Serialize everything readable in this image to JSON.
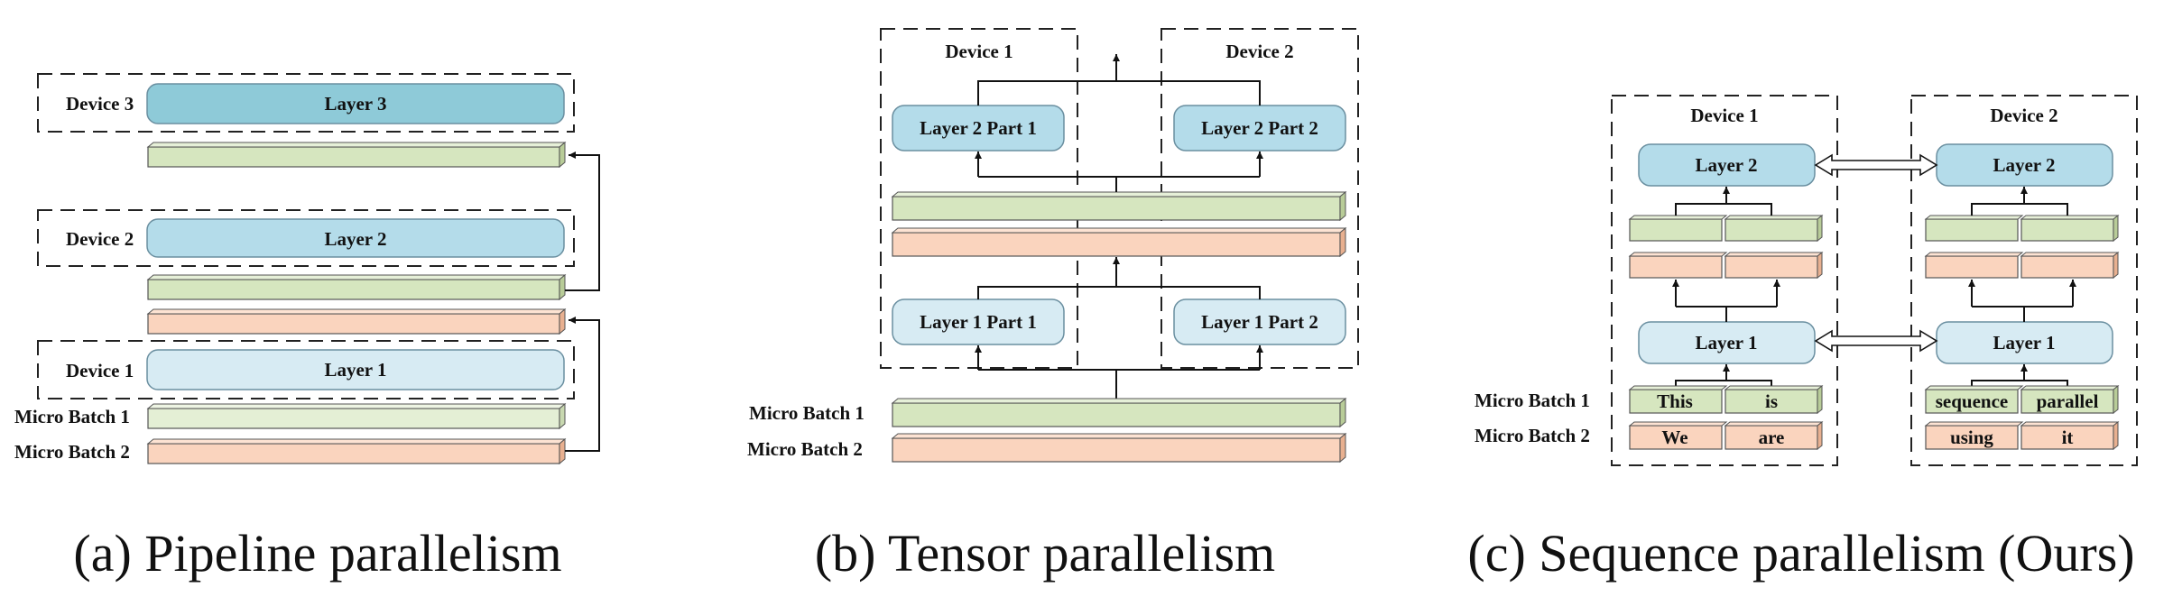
{
  "colors": {
    "layer_dark": "#8ecad8",
    "layer_mid": "#b4dcea",
    "layer_light": "#d7ebf3",
    "green": "#d6e6bf",
    "green_light": "#e4efd5",
    "orange": "#fad4be",
    "border": "#6a8fa0"
  },
  "pipeline": {
    "caption": "(a) Pipeline parallelism",
    "device3": "Device 3",
    "device2": "Device 2",
    "device1": "Device 1",
    "layer3": "Layer 3",
    "layer2": "Layer 2",
    "layer1": "Layer 1",
    "micro_batch_1": "Micro Batch 1",
    "micro_batch_2": "Micro Batch 2"
  },
  "tensor": {
    "caption": "(b) Tensor parallelism",
    "device1": "Device 1",
    "device2": "Device 2",
    "layer2_part1": "Layer 2 Part 1",
    "layer2_part2": "Layer 2 Part 2",
    "layer1_part1": "Layer 1 Part 1",
    "layer1_part2": "Layer 1 Part 2",
    "micro_batch_1": "Micro Batch 1",
    "micro_batch_2": "Micro Batch 2"
  },
  "sequence": {
    "caption": "(c) Sequence parallelism (Ours)",
    "device1": "Device 1",
    "device2": "Device 2",
    "layer2_d1": "Layer 2",
    "layer2_d2": "Layer 2",
    "layer1_d1": "Layer 1",
    "layer1_d2": "Layer 1",
    "micro_batch_1": "Micro Batch 1",
    "micro_batch_2": "Micro Batch 2",
    "token_this": "This",
    "token_is": "is",
    "token_sequence": "sequence",
    "token_parallel": "parallel",
    "token_we": "We",
    "token_are": "are",
    "token_using": "using",
    "token_it": "it"
  }
}
